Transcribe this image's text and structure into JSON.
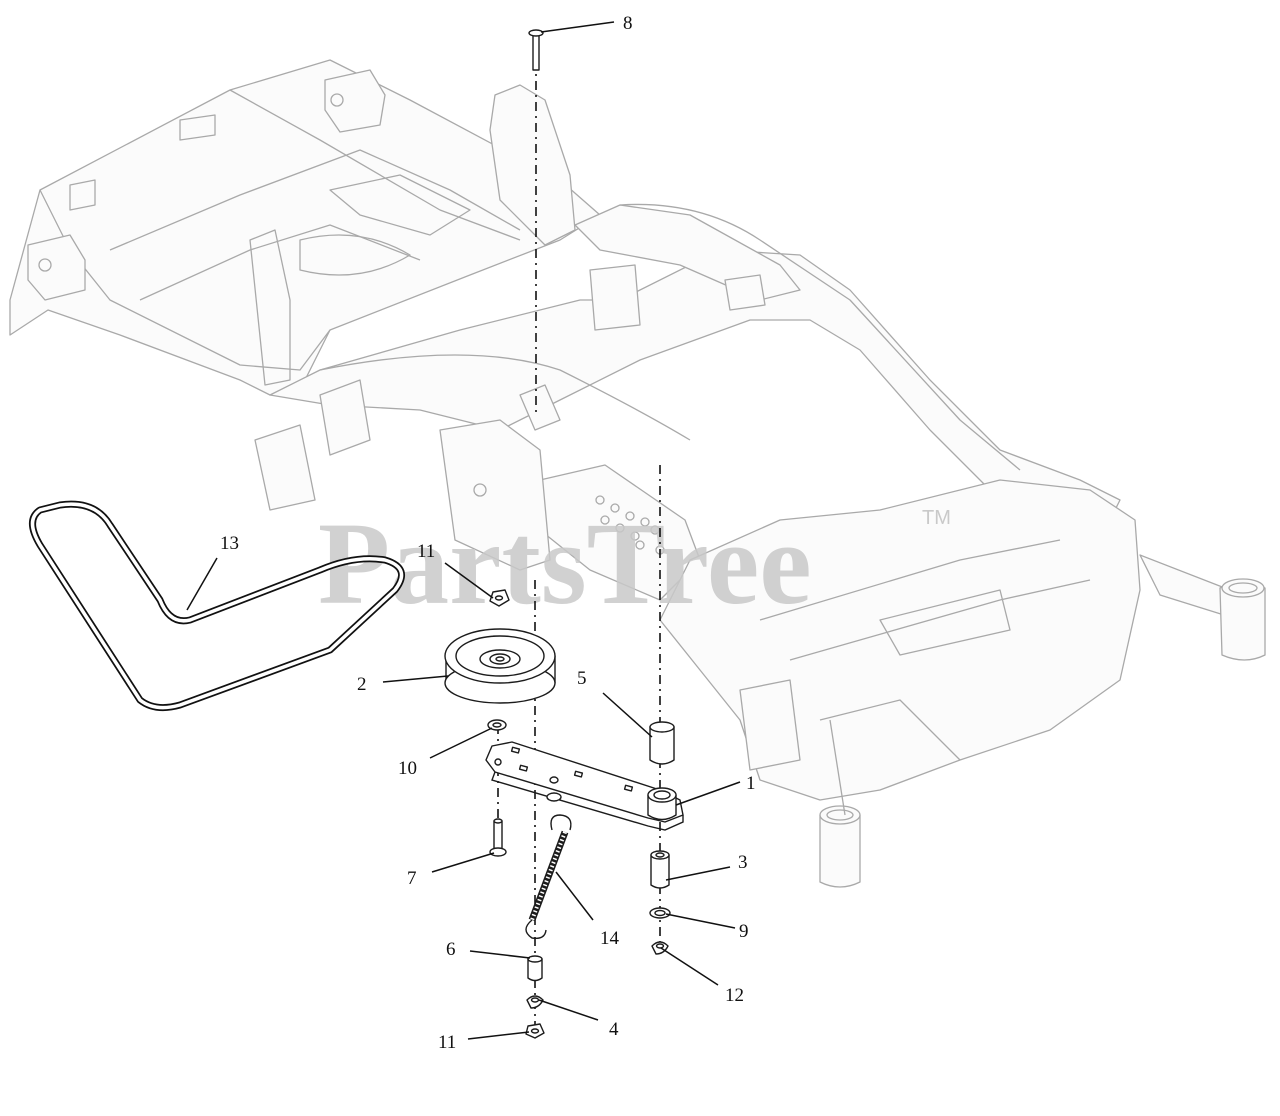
{
  "watermark": {
    "text": "PartsTree",
    "trademark": "TM"
  },
  "callouts": [
    {
      "id": "c8",
      "label": "8"
    },
    {
      "id": "c13",
      "label": "13"
    },
    {
      "id": "c11a",
      "label": "11"
    },
    {
      "id": "c2",
      "label": "2"
    },
    {
      "id": "c5",
      "label": "5"
    },
    {
      "id": "c10",
      "label": "10"
    },
    {
      "id": "c1",
      "label": "1"
    },
    {
      "id": "c7",
      "label": "7"
    },
    {
      "id": "c3",
      "label": "3"
    },
    {
      "id": "c14",
      "label": "14"
    },
    {
      "id": "c9",
      "label": "9"
    },
    {
      "id": "c6",
      "label": "6"
    },
    {
      "id": "c12",
      "label": "12"
    },
    {
      "id": "c4",
      "label": "4"
    },
    {
      "id": "c11b",
      "label": "11"
    }
  ]
}
